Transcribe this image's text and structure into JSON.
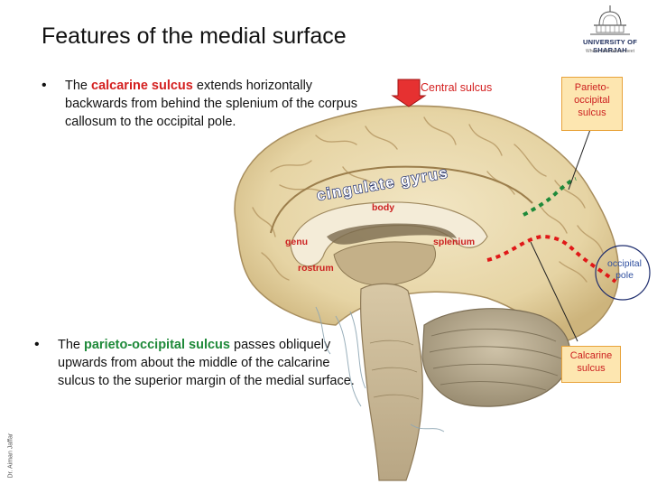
{
  "title": "Features of the medial surface",
  "bullet1": {
    "prefix": "The ",
    "highlight": "calcarine sulcus",
    "rest": " extends horizontally backwards from behind the splenium of the corpus callosum to the occipital pole."
  },
  "bullet2": {
    "prefix": "The ",
    "highlight": "parieto-occipital sulcus",
    "rest": " passes obliquely upwards from about the middle of the calcarine sulcus to the superior margin of the medial surface."
  },
  "logo": {
    "name": "UNIVERSITY OF SHARJAH",
    "tagline": "Where civilizations meet"
  },
  "labels": {
    "central_sulcus": "Central sulcus",
    "parieto_occipital": "Parieto-occipital sulcus",
    "cingulate": "cingulate gyrus",
    "body": "body",
    "genu": "genu",
    "splenium": "splenium",
    "rostrum": "rostrum",
    "occipital_pole": "occipital pole",
    "calcarine": "Calcarine sulcus"
  },
  "author": "Dr. Aiman Jaffar",
  "colors": {
    "highlight_red": "#d42020",
    "highlight_green": "#1f8a3a",
    "box_fill": "#fde6b0",
    "box_border": "#e8a33a",
    "dotted_red": "#e01818",
    "dotted_green": "#1f8a3a"
  }
}
